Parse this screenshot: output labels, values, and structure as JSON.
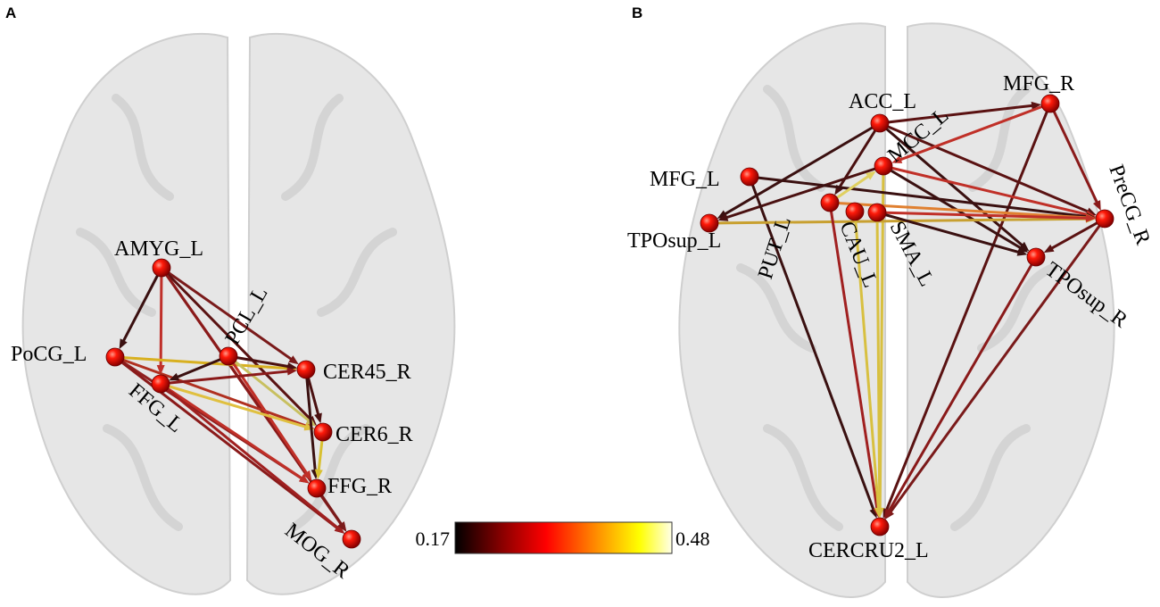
{
  "colorbar": {
    "min_label": "0.17",
    "max_label": "0.48",
    "gradient": [
      "#000000",
      "#8b0000",
      "#ff0000",
      "#ff8c00",
      "#ffff00",
      "#ffffe0"
    ]
  },
  "panels": [
    {
      "letter": "A",
      "nodes": [
        {
          "id": "AMYG_L",
          "label": "AMYG_L"
        },
        {
          "id": "PoCG_L",
          "label": "PoCG_L"
        },
        {
          "id": "PCL_L",
          "label": "PCL_L"
        },
        {
          "id": "FFG_L",
          "label": "FFG_L"
        },
        {
          "id": "CER45_R",
          "label": "CER45_R"
        },
        {
          "id": "CER6_R",
          "label": "CER6_R"
        },
        {
          "id": "FFG_R",
          "label": "FFG_R"
        },
        {
          "id": "MOG_R",
          "label": "MOG_R"
        }
      ],
      "edges": [
        {
          "from": "AMYG_L",
          "to": "PoCG_L",
          "color": "#3a1010"
        },
        {
          "from": "AMYG_L",
          "to": "FFG_L",
          "color": "#c0302a"
        },
        {
          "from": "AMYG_L",
          "to": "CER45_R",
          "color": "#7a1a1a"
        },
        {
          "from": "AMYG_L",
          "to": "CER6_R",
          "color": "#5a1212"
        },
        {
          "from": "AMYG_L",
          "to": "FFG_R",
          "color": "#a02020"
        },
        {
          "from": "AMYG_L",
          "to": "MOG_R",
          "color": "#8a1a1a"
        },
        {
          "from": "PoCG_L",
          "to": "CER45_R",
          "color": "#d8b020"
        },
        {
          "from": "PoCG_L",
          "to": "CER6_R",
          "color": "#b03020"
        },
        {
          "from": "PoCG_L",
          "to": "FFG_R",
          "color": "#902020"
        },
        {
          "from": "PoCG_L",
          "to": "MOG_R",
          "color": "#8a1a1a"
        },
        {
          "from": "PCL_L",
          "to": "FFG_L",
          "color": "#3a1010"
        },
        {
          "from": "PCL_L",
          "to": "CER45_R",
          "color": "#4a1010"
        },
        {
          "from": "PCL_L",
          "to": "CER6_R",
          "color": "#c8c060"
        },
        {
          "from": "PCL_L",
          "to": "FFG_R",
          "color": "#c03028"
        },
        {
          "from": "FFG_L",
          "to": "CER45_R",
          "color": "#8a1a1a"
        },
        {
          "from": "FFG_L",
          "to": "CER6_R",
          "color": "#e0c040"
        },
        {
          "from": "FFG_L",
          "to": "FFG_R",
          "color": "#c03028"
        },
        {
          "from": "FFG_L",
          "to": "MOG_R",
          "color": "#a02020"
        },
        {
          "from": "CER45_R",
          "to": "CER6_R",
          "color": "#4a1010"
        },
        {
          "from": "CER45_R",
          "to": "FFG_R",
          "color": "#3a1010"
        },
        {
          "from": "CER6_R",
          "to": "FFG_R",
          "color": "#d8c030"
        },
        {
          "from": "FFG_R",
          "to": "MOG_R",
          "color": "#7a1a1a"
        }
      ]
    },
    {
      "letter": "B",
      "nodes": [
        {
          "id": "ACC_L",
          "label": "ACC_L"
        },
        {
          "id": "MFG_R",
          "label": "MFG_R"
        },
        {
          "id": "MCC_L",
          "label": "MCC_L"
        },
        {
          "id": "MFG_L",
          "label": "MFG_L"
        },
        {
          "id": "TPOsup_L",
          "label": "TPOsup_L"
        },
        {
          "id": "PUT_L",
          "label": "PUT_L"
        },
        {
          "id": "CAU_L",
          "label": "CAU_L"
        },
        {
          "id": "SMA_L",
          "label": "SMA_L"
        },
        {
          "id": "PreCG_R",
          "label": "PreCG_R"
        },
        {
          "id": "TPOsup_R",
          "label": "TPOsup_R"
        },
        {
          "id": "CERCRU2_L",
          "label": "CERCRU2_L"
        }
      ],
      "edges": [
        {
          "from": "ACC_L",
          "to": "MFG_R",
          "color": "#5a1212"
        },
        {
          "from": "ACC_L",
          "to": "TPOsup_L",
          "color": "#3a1010"
        },
        {
          "from": "ACC_L",
          "to": "PUT_L",
          "color": "#4a1010"
        },
        {
          "from": "ACC_L",
          "to": "TPOsup_R",
          "color": "#3a1010"
        },
        {
          "from": "ACC_L",
          "to": "PreCG_R",
          "color": "#5a1212"
        },
        {
          "from": "MFG_R",
          "to": "PreCG_R",
          "color": "#8a1a1a"
        },
        {
          "from": "MFG_R",
          "to": "MCC_L",
          "color": "#c03028"
        },
        {
          "from": "MFG_R",
          "to": "CERCRU2_L",
          "color": "#5a1212"
        },
        {
          "from": "MCC_L",
          "to": "TPOsup_L",
          "color": "#4a1010"
        },
        {
          "from": "MCC_L",
          "to": "PreCG_R",
          "color": "#c03028"
        },
        {
          "from": "MCC_L",
          "to": "CERCRU2_L",
          "color": "#d8c040"
        },
        {
          "from": "MCC_L",
          "to": "TPOsup_R",
          "color": "#3a1010"
        },
        {
          "from": "MFG_L",
          "to": "PreCG_R",
          "color": "#3a1010"
        },
        {
          "from": "MFG_L",
          "to": "CERCRU2_L",
          "color": "#3a1010"
        },
        {
          "from": "TPOsup_L",
          "to": "PreCG_R",
          "color": "#c8a030"
        },
        {
          "from": "PUT_L",
          "to": "PreCG_R",
          "color": "#e08030"
        },
        {
          "from": "PUT_L",
          "to": "CERCRU2_L",
          "color": "#a02020"
        },
        {
          "from": "PUT_L",
          "to": "MCC_L",
          "color": "#e0d060"
        },
        {
          "from": "CAU_L",
          "to": "CERCRU2_L",
          "color": "#d8c040"
        },
        {
          "from": "SMA_L",
          "to": "PreCG_R",
          "color": "#c03028"
        },
        {
          "from": "SMA_L",
          "to": "TPOsup_R",
          "color": "#3a1010"
        },
        {
          "from": "SMA_L",
          "to": "CERCRU2_L",
          "color": "#d8c040"
        },
        {
          "from": "PreCG_R",
          "to": "TPOsup_R",
          "color": "#5a1212"
        },
        {
          "from": "PreCG_R",
          "to": "CERCRU2_L",
          "color": "#7a1a1a"
        },
        {
          "from": "TPOsup_R",
          "to": "CERCRU2_L",
          "color": "#8a1a1a"
        }
      ]
    }
  ]
}
